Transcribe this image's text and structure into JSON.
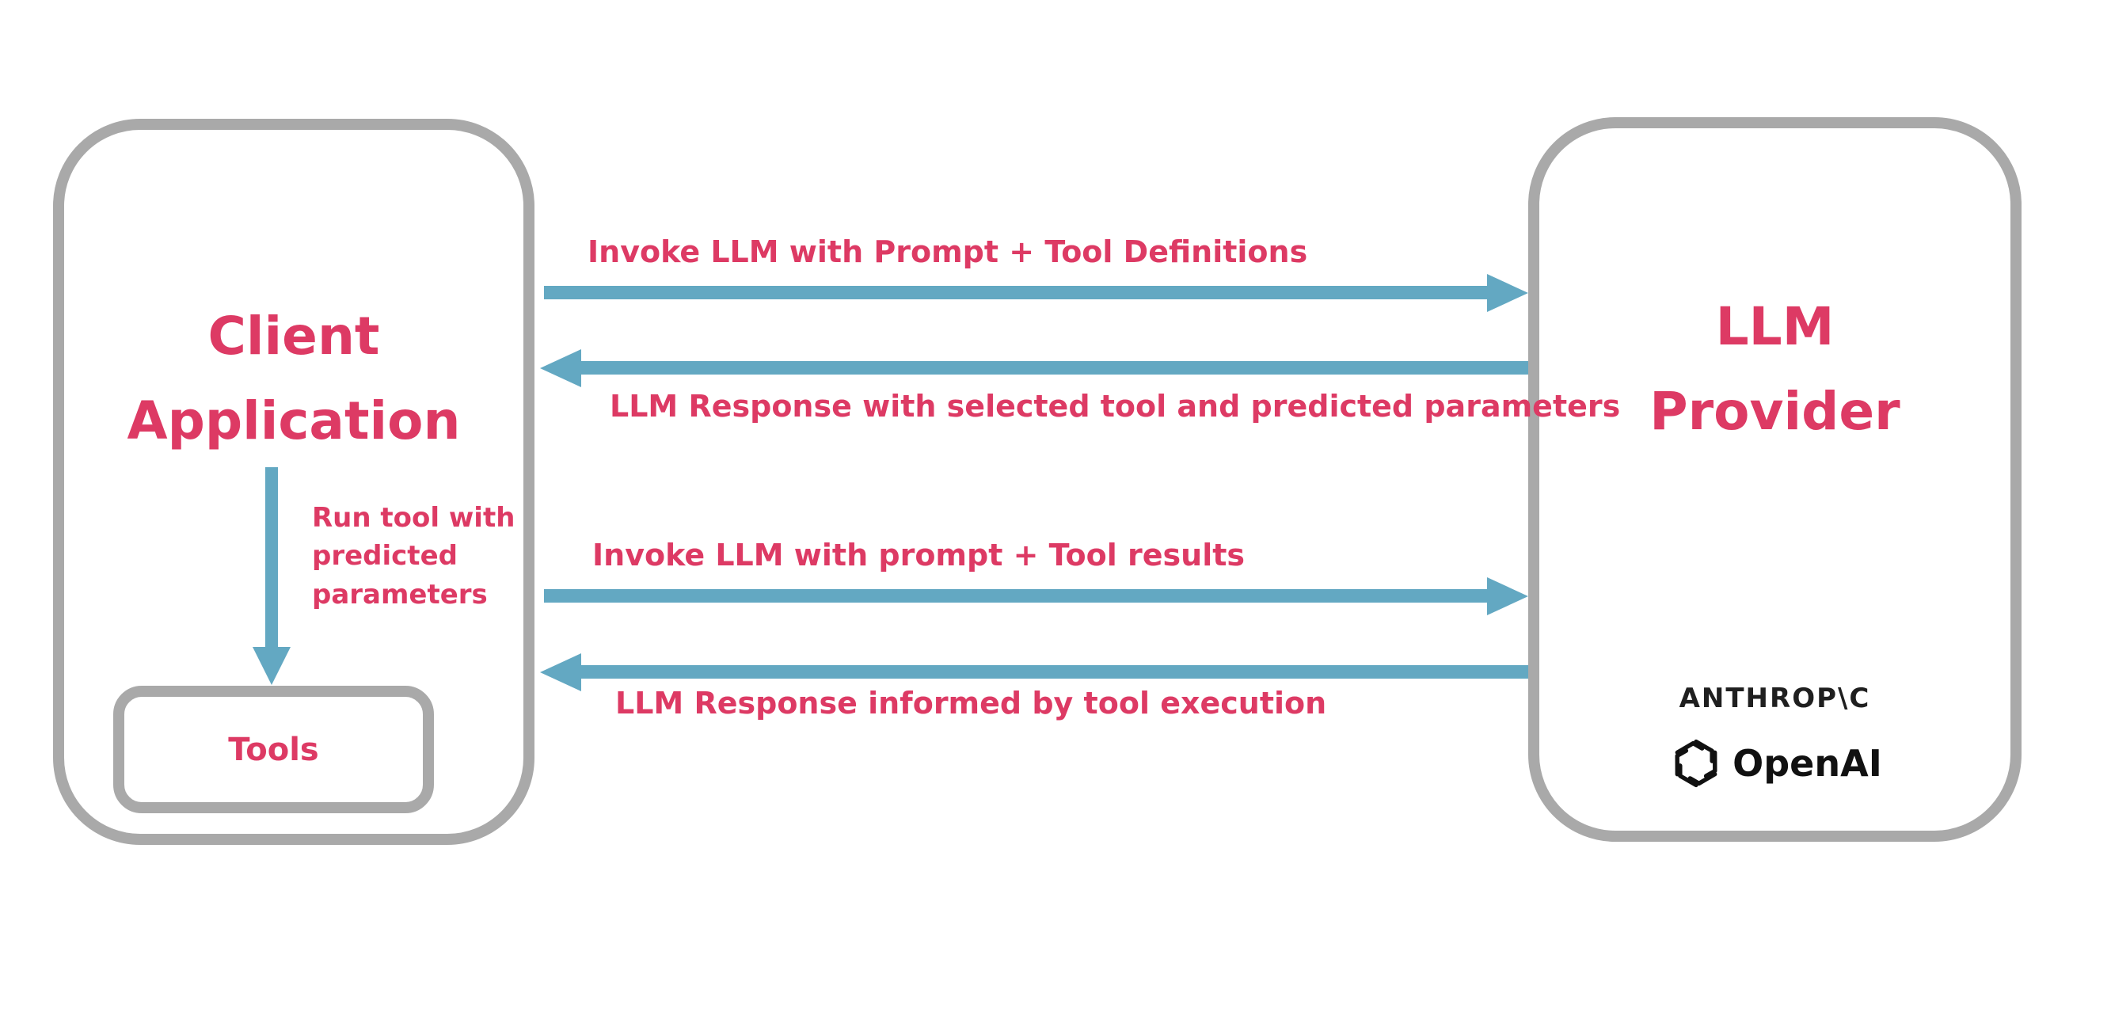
{
  "colors": {
    "pink": "#dd3a64",
    "blue": "#63a8c2",
    "gray": "#a9a9a9",
    "logo_black": "#1f1f1f"
  },
  "client_box": {
    "title_line1": "Client",
    "title_line2": "Application"
  },
  "tools_box": {
    "label": "Tools"
  },
  "llm_box": {
    "title_line1": "LLM",
    "title_line2": "Provider"
  },
  "providers": {
    "anthropic_wordmark": "ANTHROP\\C",
    "openai_wordmark": "OpenAI",
    "openai_icon": "openai-blossom-icon"
  },
  "flows": [
    {
      "label": "Invoke LLM with Prompt + Tool Definitions",
      "direction": "right",
      "from": "Client Application",
      "to": "LLM Provider"
    },
    {
      "label": "LLM Response with selected tool and predicted parameters",
      "direction": "left",
      "from": "LLM Provider",
      "to": "Client Application"
    },
    {
      "label": "Invoke LLM with prompt + Tool results",
      "direction": "right",
      "from": "Client Application",
      "to": "LLM Provider"
    },
    {
      "label": "LLM Response informed by tool execution",
      "direction": "left",
      "from": "LLM Provider",
      "to": "Client Application"
    }
  ],
  "tool_run": {
    "label": "Run tool with predicted parameters",
    "direction": "down",
    "from": "Client Application",
    "to": "Tools"
  }
}
